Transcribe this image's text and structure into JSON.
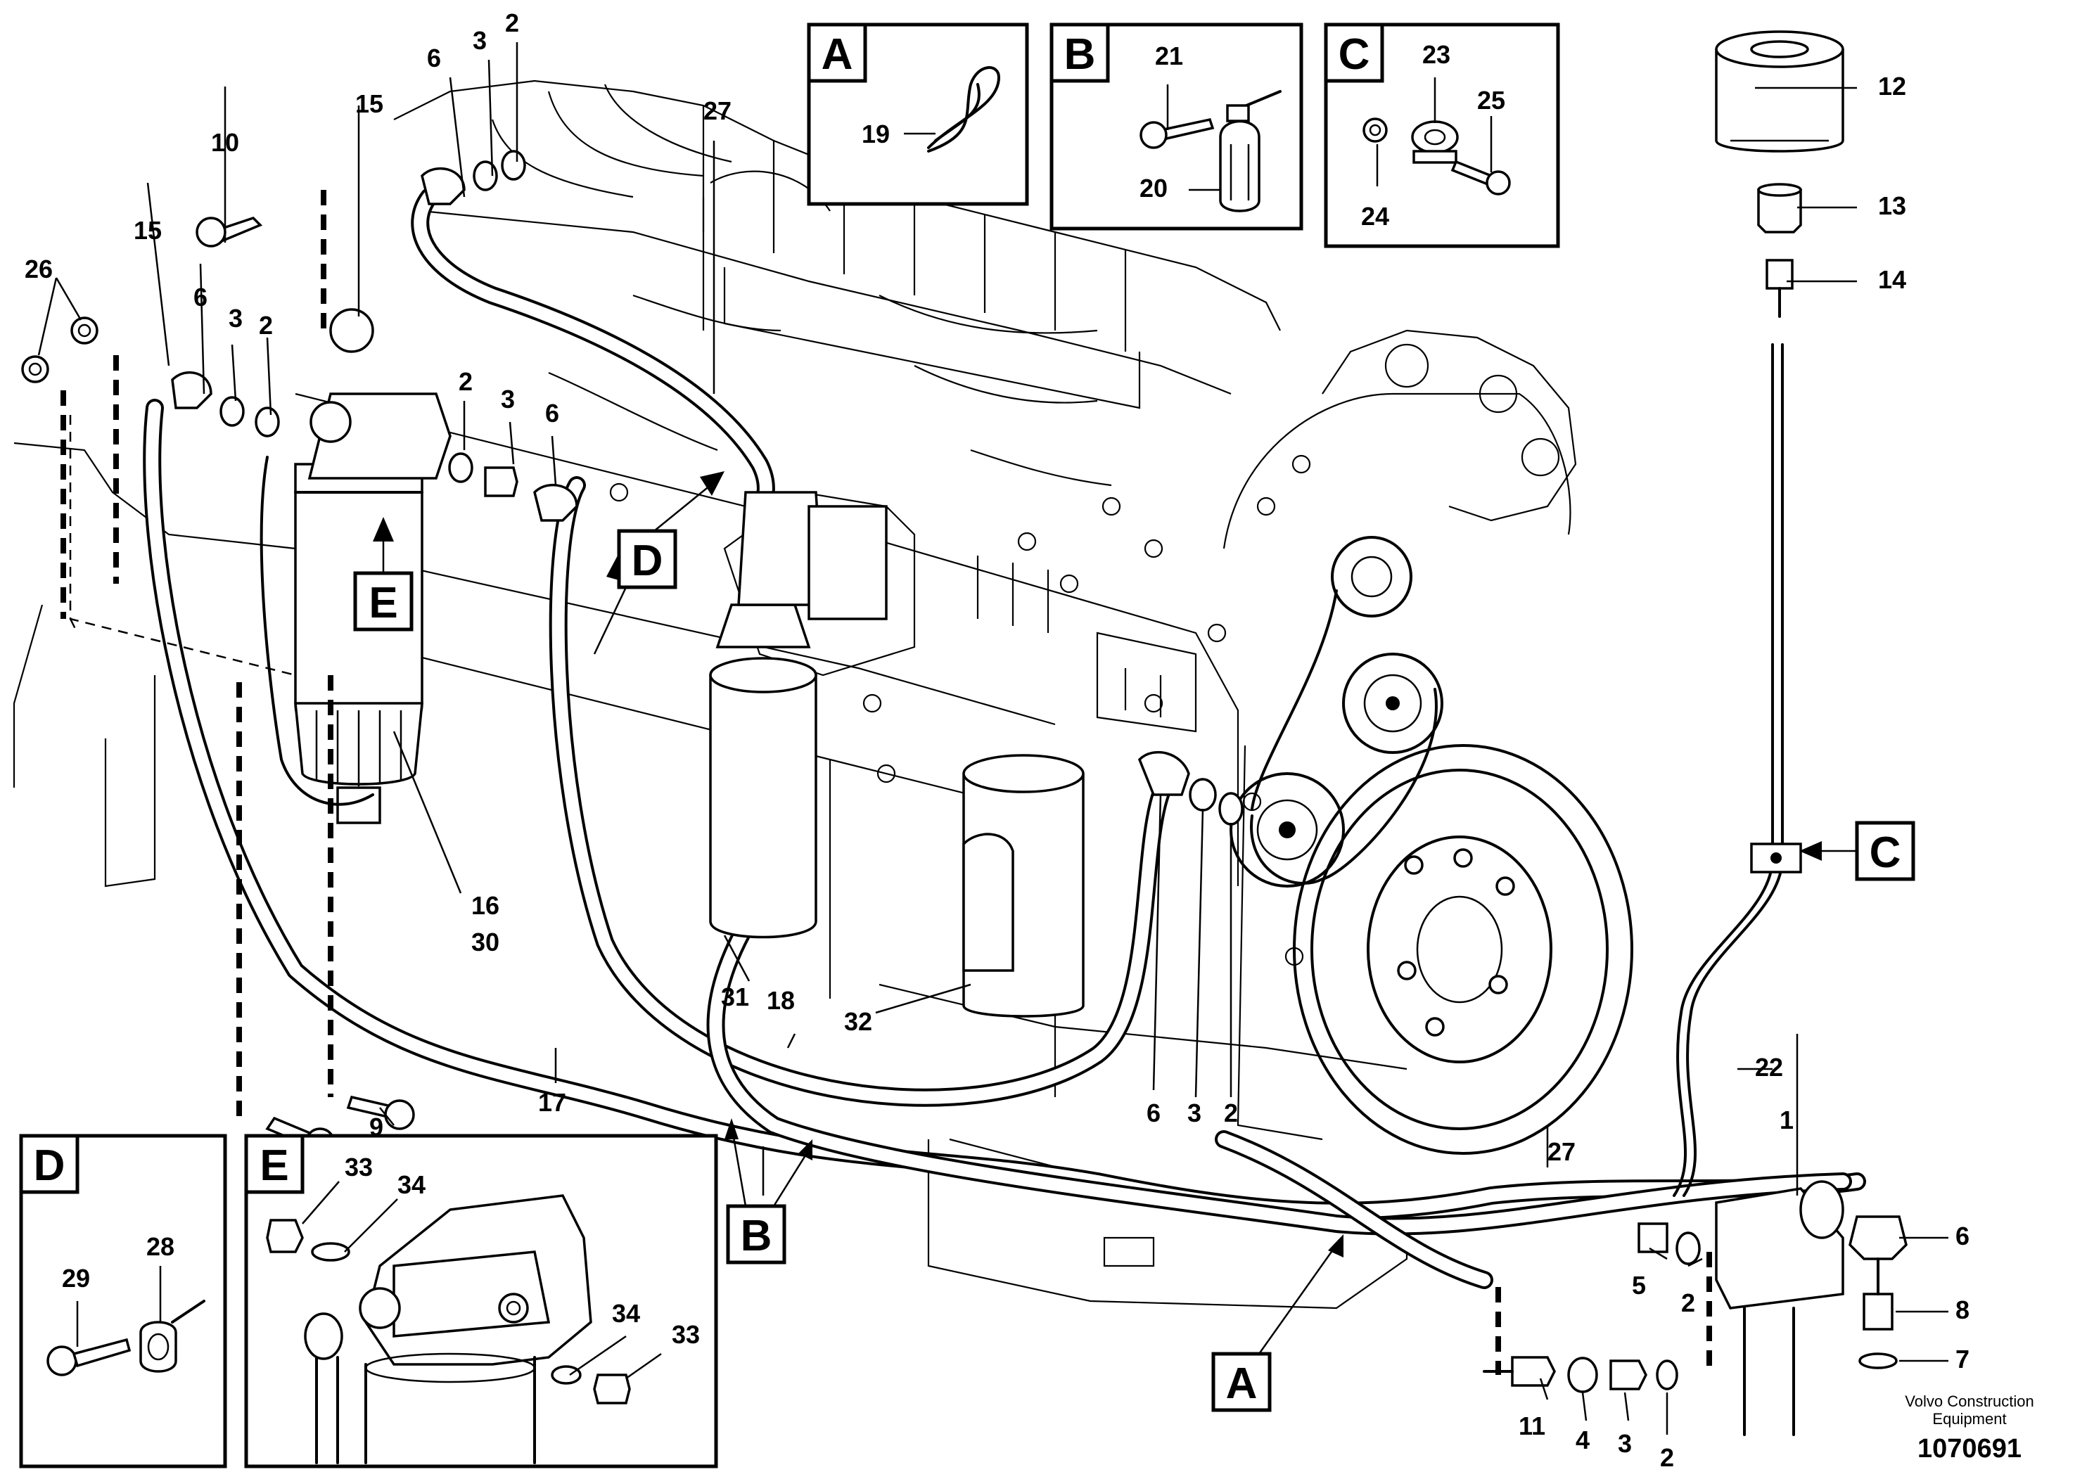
{
  "title_block": {
    "company_line1": "Volvo Construction",
    "company_line2": "Equipment",
    "drawing_number": "1070691"
  },
  "callouts": {
    "c1": "1",
    "c2a": "2",
    "c2b": "2",
    "c2c": "2",
    "c2d": "2",
    "c2e": "2",
    "c2f": "2",
    "c3a": "3",
    "c3b": "3",
    "c3c": "3",
    "c3d": "3",
    "c3e": "3",
    "c4": "4",
    "c5": "5",
    "c6a": "6",
    "c6b": "6",
    "c6c": "6",
    "c6d": "6",
    "c6e": "6",
    "c7": "7",
    "c8": "8",
    "c9": "9",
    "c10": "10",
    "c11": "11",
    "c12": "12",
    "c13": "13",
    "c14": "14",
    "c15a": "15",
    "c15b": "15",
    "c16": "16",
    "c30": "30",
    "c17": "17",
    "c18": "18",
    "c19": "19",
    "c20": "20",
    "c21": "21",
    "c22": "22",
    "c23": "23",
    "c24": "24",
    "c25": "25",
    "c26": "26",
    "c27a": "27",
    "c27b": "27",
    "c28": "28",
    "c29": "29",
    "c31": "31",
    "c32": "32",
    "c33a": "33",
    "c33b": "33",
    "c34a": "34",
    "c34b": "34"
  },
  "view_labels": {
    "A": "A",
    "B": "B",
    "C": "C",
    "D": "D",
    "E": "E"
  }
}
